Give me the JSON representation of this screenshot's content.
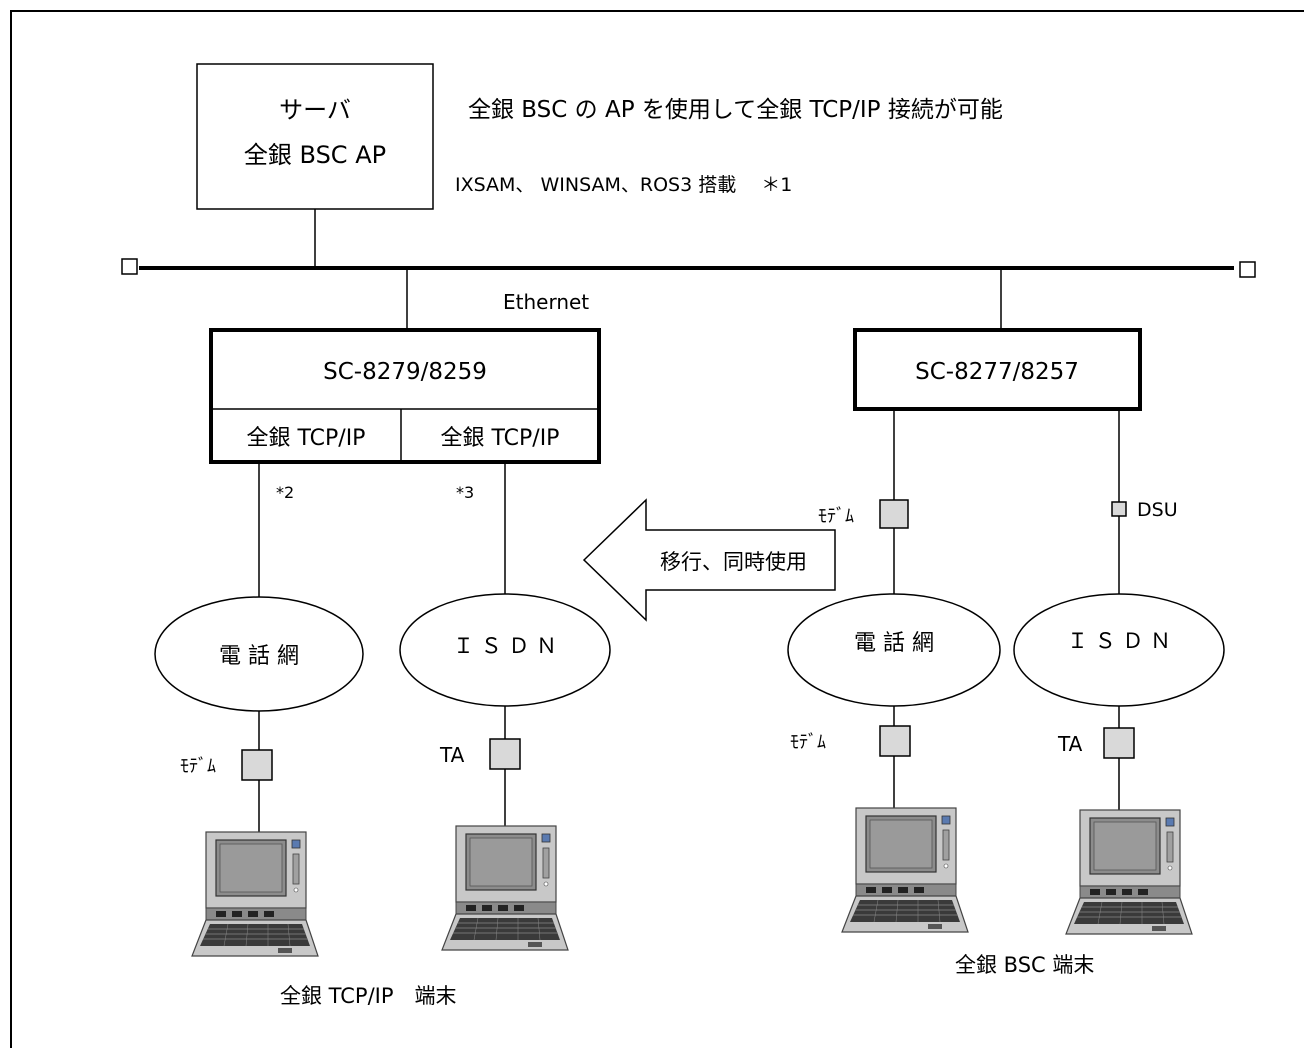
{
  "server": {
    "line1": "サーバ",
    "line2": "全銀 BSC AP"
  },
  "notes": {
    "capability": "全銀 BSC の AP を使用して全銀 TCP/IP 接続が可能",
    "products": "IXSAM、 WINSAM、ROS3 搭載　 ＊1"
  },
  "network": {
    "ethernet_label": "Ethernet"
  },
  "left_unit": {
    "model": "SC-8279/8259",
    "port1": "全銀 TCP/IP",
    "port2": "全銀 TCP/IP",
    "note_port1": "*2",
    "note_port2": "*3"
  },
  "right_unit": {
    "model": "SC-8277/8257",
    "modem_label": "ﾓﾃﾞﾑ",
    "dsu_label": "DSU"
  },
  "migration_arrow": {
    "label": "移行、同時使用"
  },
  "clouds": {
    "left_phone": "電 話 網",
    "left_isdn": "Ｉ Ｓ Ｄ Ｎ",
    "right_phone": "電 話 網",
    "right_isdn": "Ｉ Ｓ Ｄ Ｎ"
  },
  "terminal_adapters": {
    "left_modem": "ﾓﾃﾞﾑ",
    "left_ta": "TA",
    "right_modem": "ﾓﾃﾞﾑ",
    "right_ta": "TA"
  },
  "captions": {
    "tcp_terminals": "全銀 TCP/IP　端末",
    "bsc_terminals": "全銀 BSC 端末"
  },
  "colors": {
    "device_fill": "#d9d9d9",
    "laptop_body": "#c8c8c8",
    "laptop_screen": "#8c8c8c",
    "laptop_keys": "#3a3a3a"
  }
}
